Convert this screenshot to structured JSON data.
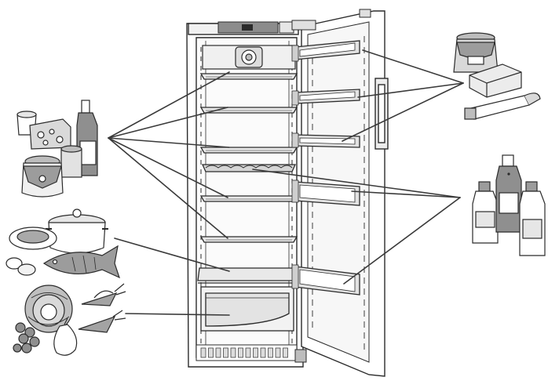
{
  "palette": {
    "outline": "#2b2b2b",
    "panel_light": "#f4f4f4",
    "panel_mid": "#d9d9d9",
    "panel_dark": "#9a9a9a",
    "display": "#8c8c8c",
    "leader": "#3a3a3a"
  },
  "food_groups": [
    {
      "name": "dairy-jars-bottle",
      "icons": [
        "yogurt-cup-icon",
        "cheese-block-icon",
        "sauce-bottle-icon",
        "jam-jar-icon",
        "tin-can-icon"
      ]
    },
    {
      "name": "fish-and-pot",
      "icons": [
        "cooking-pot-icon",
        "fish-plate-icon",
        "fish-icon",
        "eggs-icon"
      ]
    },
    {
      "name": "vegetables",
      "icons": [
        "cabbage-icon",
        "carrot-icon",
        "pear-icon",
        "grapes-icon"
      ]
    },
    {
      "name": "door-jar-butter-tube",
      "icons": [
        "jar-icon",
        "butter-pack-icon",
        "tube-icon"
      ]
    },
    {
      "name": "door-bottles",
      "icons": [
        "milk-bottle-icon",
        "juice-bottle-icon",
        "tall-bottle-icon"
      ]
    }
  ]
}
